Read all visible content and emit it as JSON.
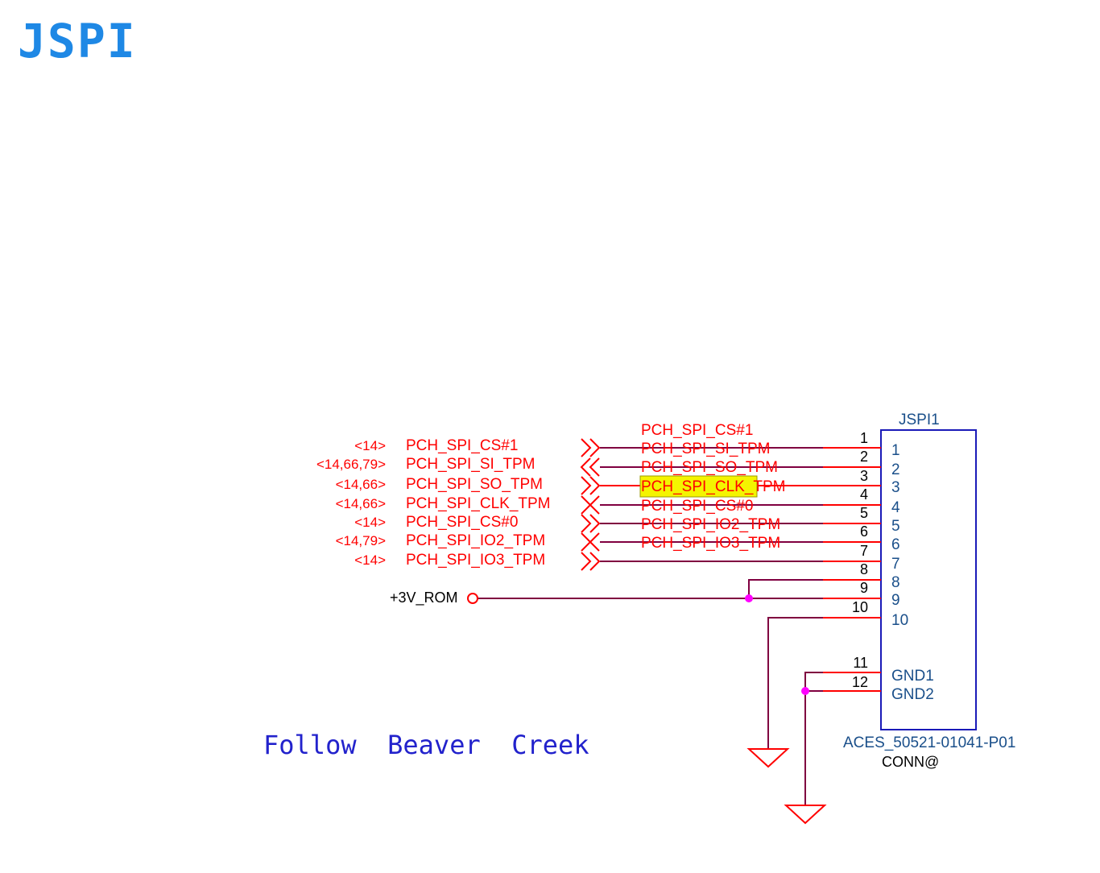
{
  "title": "JSPI",
  "note": "Follow  Beaver  Creek",
  "connector": {
    "refdes": "JSPI1",
    "part_number": "ACES_50521-01041-P01",
    "option": "CONN@",
    "pins": [
      {
        "num": "1",
        "name": "1"
      },
      {
        "num": "2",
        "name": "2"
      },
      {
        "num": "3",
        "name": "3"
      },
      {
        "num": "4",
        "name": "4"
      },
      {
        "num": "5",
        "name": "5"
      },
      {
        "num": "6",
        "name": "6"
      },
      {
        "num": "7",
        "name": "7"
      },
      {
        "num": "8",
        "name": "8"
      },
      {
        "num": "9",
        "name": "9"
      },
      {
        "num": "10",
        "name": "10"
      },
      {
        "num": "11",
        "name": "GND1"
      },
      {
        "num": "12",
        "name": "GND2"
      }
    ]
  },
  "offpage_ports": [
    {
      "ref": "<14>",
      "net": "PCH_SPI_CS#1"
    },
    {
      "ref": "<14,66,79>",
      "net": "PCH_SPI_SI_TPM"
    },
    {
      "ref": "<14,66>",
      "net": "PCH_SPI_SO_TPM"
    },
    {
      "ref": "<14,66>",
      "net": "PCH_SPI_CLK_TPM"
    },
    {
      "ref": "<14>",
      "net": "PCH_SPI_CS#0"
    },
    {
      "ref": "<14,79>",
      "net": "PCH_SPI_IO2_TPM"
    },
    {
      "ref": "<14>",
      "net": "PCH_SPI_IO3_TPM"
    }
  ],
  "wire_labels": [
    "PCH_SPI_CS#1",
    "PCH_SPI_SI_TPM",
    "PCH_SPI_SO_TPM",
    "PCH_SPI_CLK_TPM",
    "PCH_SPI_CS#0",
    "PCH_SPI_IO2_TPM",
    "PCH_SPI_IO3_TPM"
  ],
  "power": {
    "net": "+3V_ROM"
  },
  "colors": {
    "title": "#1e88e5",
    "net_red": "#ff0000",
    "wire": "#800040",
    "symbol_border": "#1a1ab8",
    "junction": "#ff00ff",
    "pin_name": "#1a4f8a",
    "highlight": "#f4f400"
  }
}
